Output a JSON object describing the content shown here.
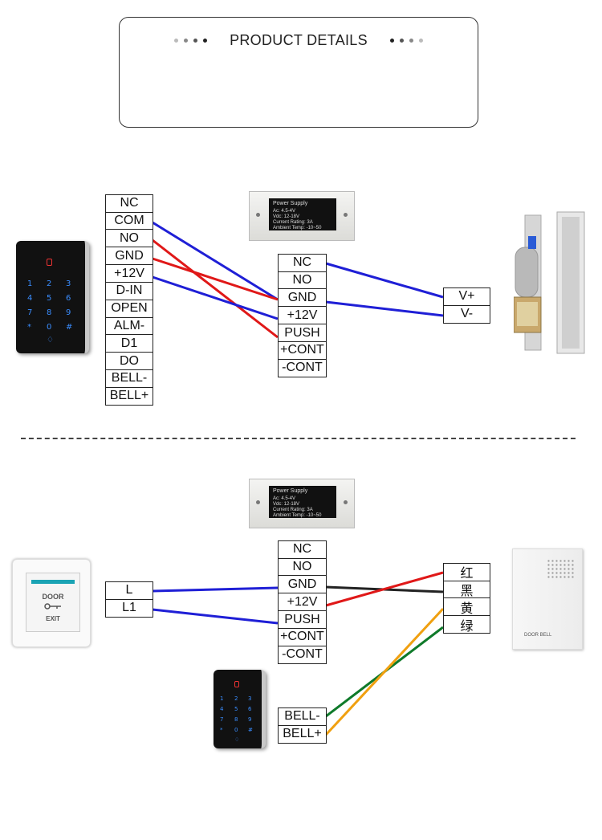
{
  "header": {
    "title": "PRODUCT DETAILS"
  },
  "colors": {
    "blue": "#1f1fd6",
    "red": "#e01818",
    "black": "#222222",
    "orange": "#f0a010",
    "green": "#0f7a2a"
  },
  "top": {
    "reader_terminals": [
      "NC",
      "COM",
      "NO",
      "GND",
      "+12V",
      "D-IN",
      "OPEN",
      "ALM-",
      "D1",
      "DO",
      "BELL-",
      "BELL+"
    ],
    "psu_terminals": [
      "NC",
      "NO",
      "GND",
      "+12V",
      "PUSH",
      "+CONT",
      "-CONT"
    ],
    "lock_terminals": [
      "V+",
      "V-"
    ]
  },
  "bottom": {
    "button_terminals": [
      "L",
      "L1"
    ],
    "psu_terminals": [
      "NC",
      "NO",
      "GND",
      "+12V",
      "PUSH",
      "+CONT",
      "-CONT"
    ],
    "bell_terminals": [
      "红",
      "黑",
      "黄",
      "绿"
    ],
    "keypad_terminals": [
      "BELL-",
      "BELL+"
    ]
  },
  "psu_label": {
    "title": "Power Supply",
    "lines": [
      "Ac: 4.5-4V",
      "Vdc: 12-18V",
      "Current Rating: 3A",
      "Ambient Temp: -10~50"
    ]
  },
  "keypad_keys": [
    "1",
    "2",
    "3",
    "4",
    "5",
    "6",
    "7",
    "8",
    "9",
    "*",
    "0",
    "#"
  ],
  "exit_button": {
    "line1": "DOOR",
    "line2": "EXIT"
  },
  "door_bell": {
    "label": "DOOR BELL"
  }
}
